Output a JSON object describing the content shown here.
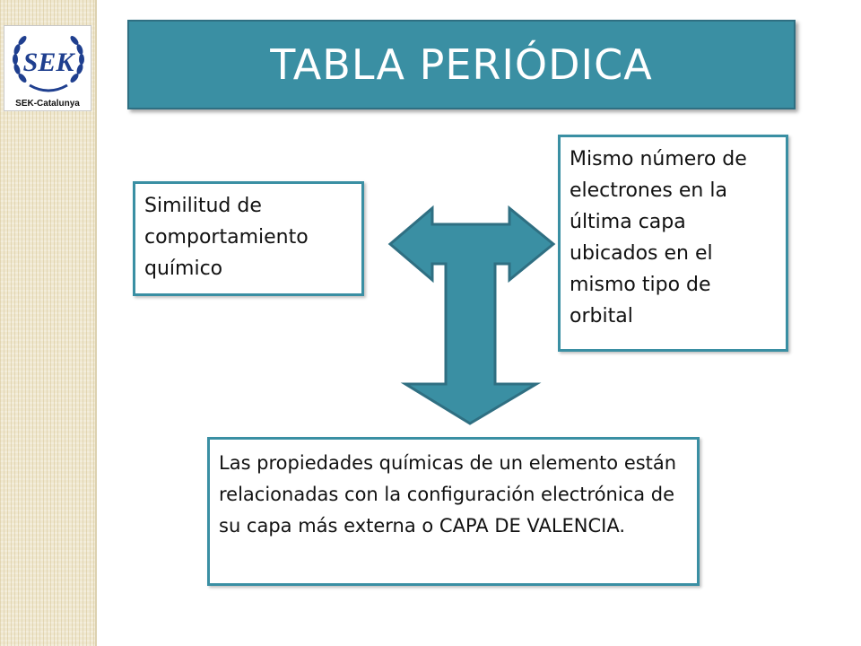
{
  "logo": {
    "letters": "SEK",
    "caption": "SEK-Catalunya"
  },
  "title": "TABLA PERIÓDICA",
  "boxes": {
    "left": "Similitud de comportamiento químico",
    "right": "Mismo número de electrones en la última capa ubicados en el mismo tipo de orbital",
    "bottom": "Las propiedades químicas de un elemento están relacionadas con la configuración electrónica de su capa más externa o CAPA DE VALENCIA."
  },
  "colors": {
    "accent": "#3a8fa3",
    "accent_dark": "#2f6f82",
    "logo_blue": "#1f3f8f"
  }
}
